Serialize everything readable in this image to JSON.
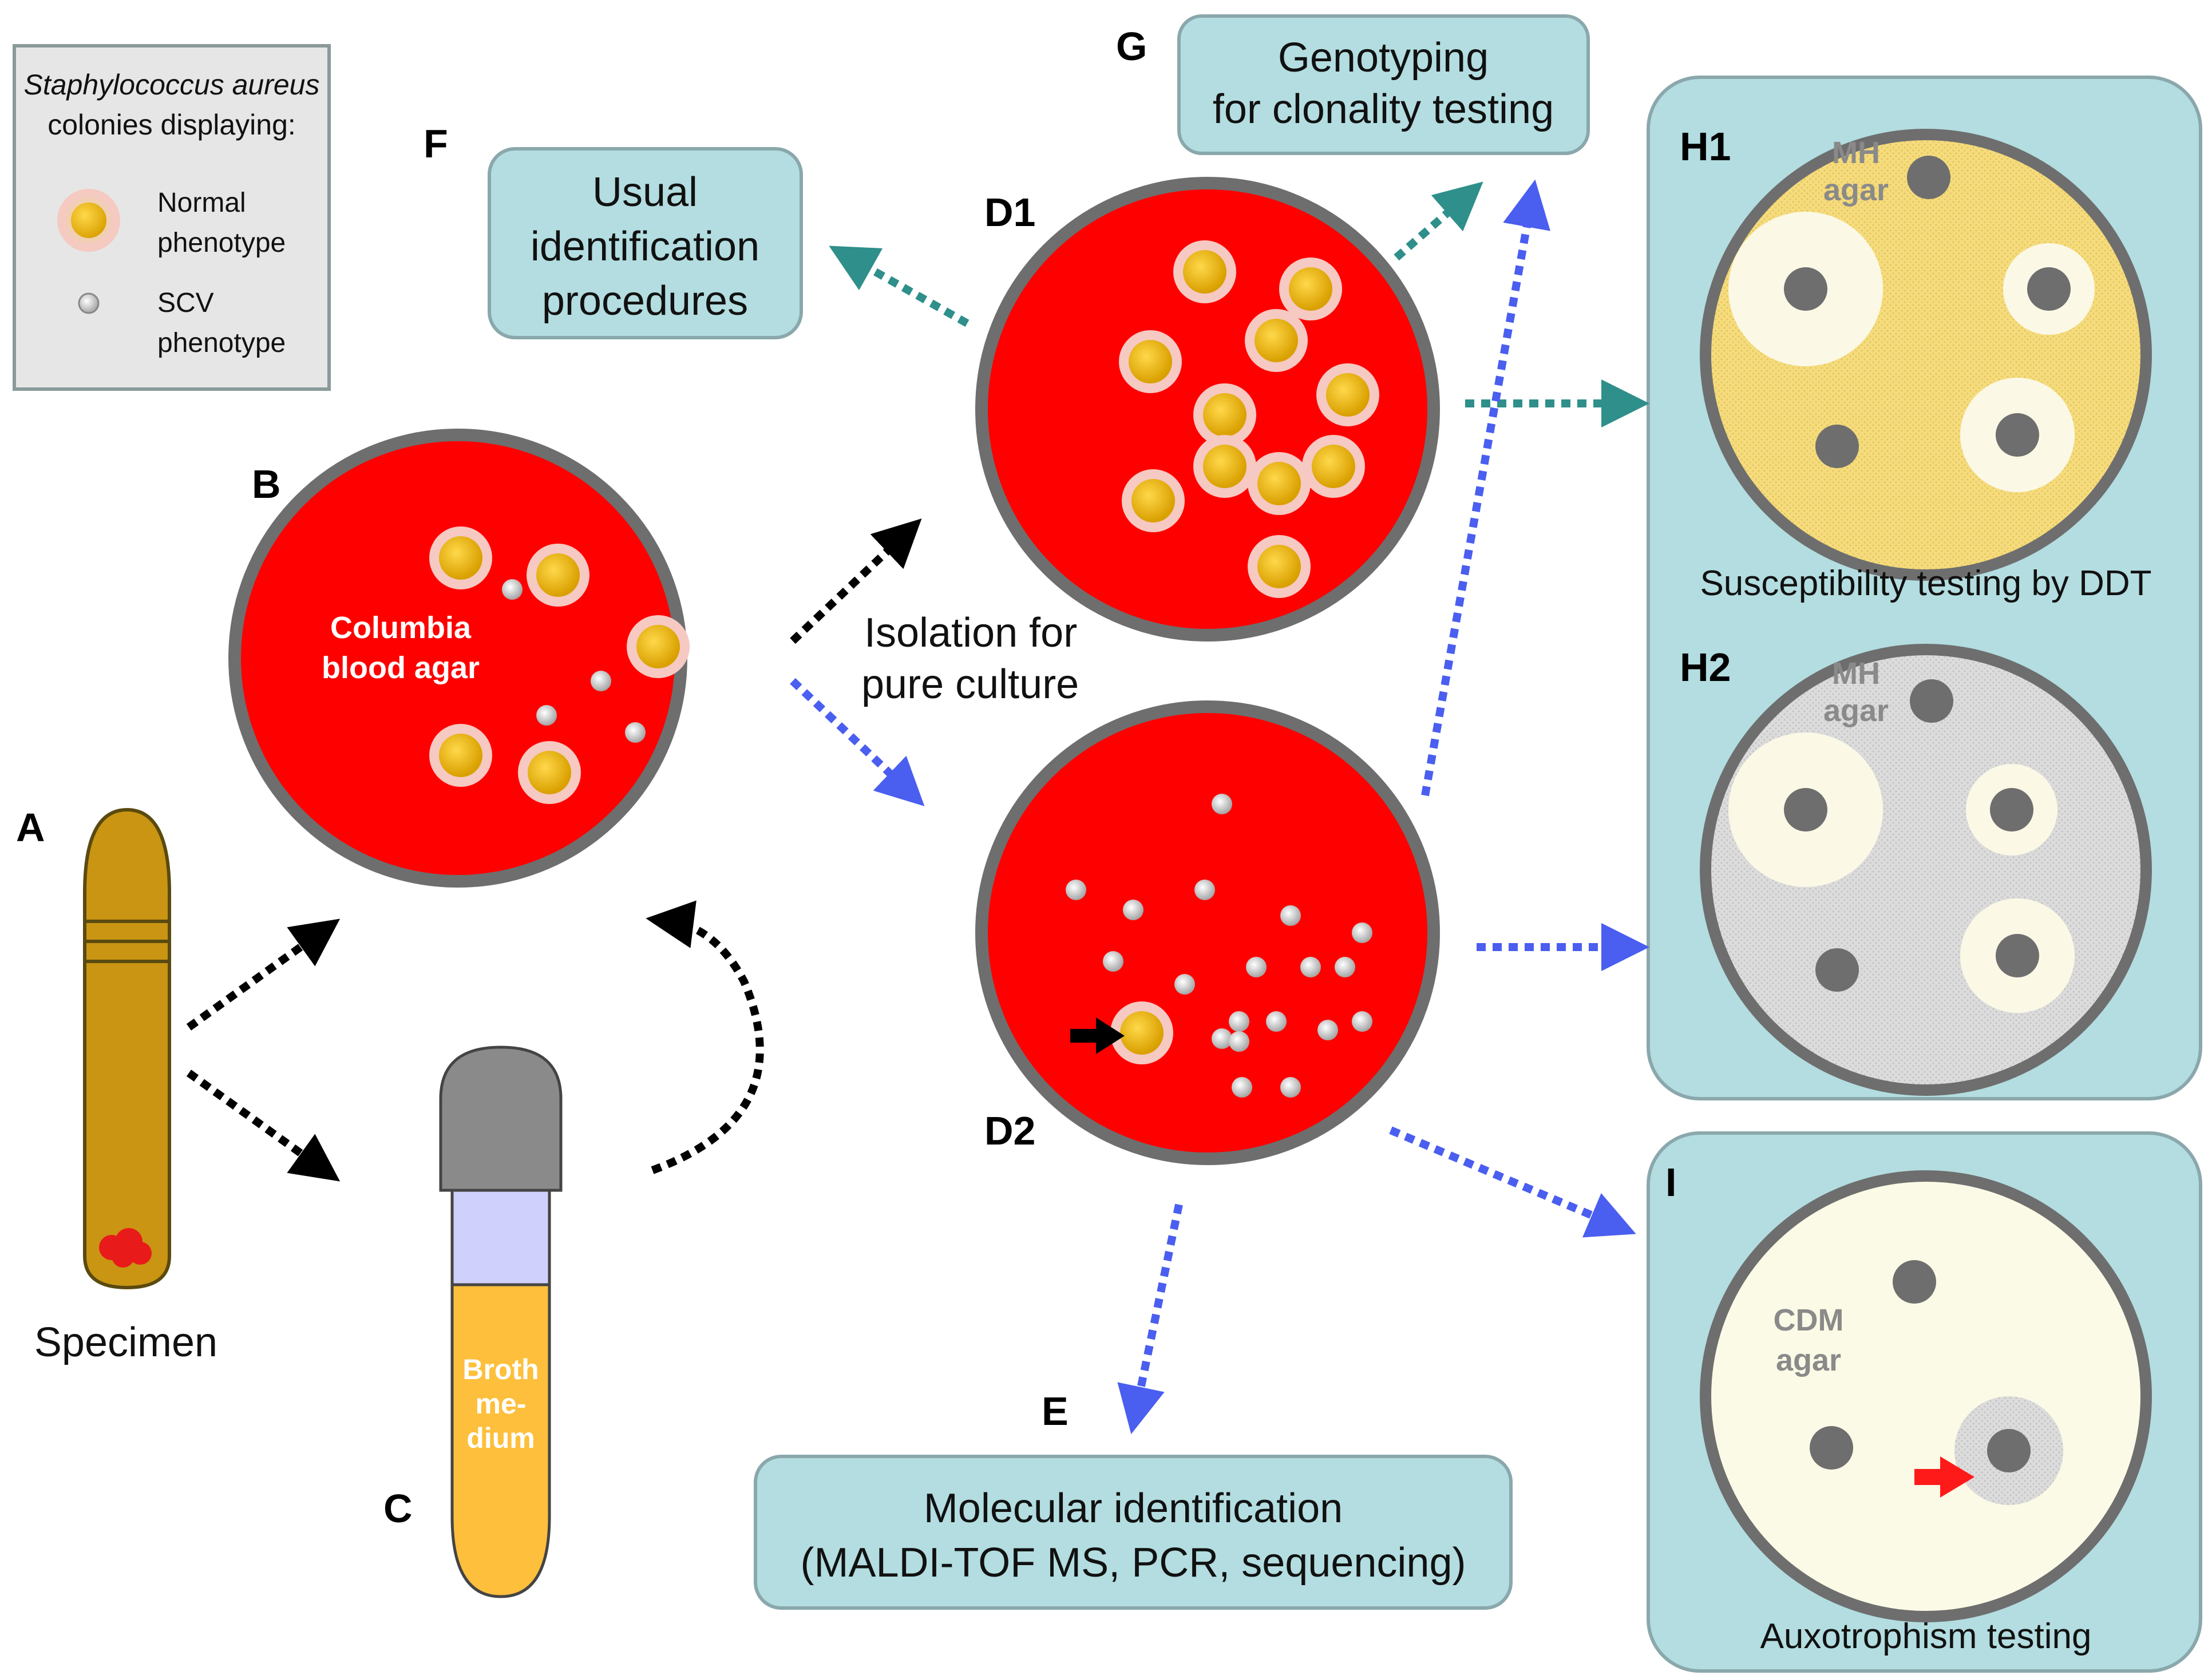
{
  "labels": {
    "a": "A",
    "b": "B",
    "c": "C",
    "d1": "D1",
    "d2": "D2",
    "e": "E",
    "f": "F",
    "g": "G",
    "h1": "H1",
    "h2": "H2",
    "i": "I"
  },
  "legend": {
    "species": "Staphylococcus aureus",
    "subtitle": "colonies displaying:",
    "normal_line1": "Normal",
    "normal_line2": "phenotype",
    "scv_line1": "SCV",
    "scv_line2": "phenotype"
  },
  "specimen": {
    "caption": "Specimen"
  },
  "plate_b": {
    "line1": "Columbia",
    "line2": "blood agar"
  },
  "broth": {
    "line1": "Broth",
    "line2": "me-",
    "line3": "dium"
  },
  "isolation": {
    "line1": "Isolation for",
    "line2": "pure culture"
  },
  "box_f": {
    "line1": "Usual",
    "line2": "identification",
    "line3": "procedures"
  },
  "box_g": {
    "line1": "Genotyping",
    "line2": "for clonality testing"
  },
  "box_e": {
    "line1": "Molecular identification",
    "line2": "(MALDI-TOF MS, PCR, sequencing)"
  },
  "panel_h": {
    "h1_agar_line1": "MH",
    "h1_agar_line2": "agar",
    "h1_caption": "Susceptibility testing by DDT",
    "h2_agar_line1": "MH",
    "h2_agar_line2": "agar"
  },
  "panel_i": {
    "agar_line1": "CDM",
    "agar_line2": "agar",
    "caption": "Auxotrophism testing"
  },
  "colors": {
    "blood_agar": "#ff0000",
    "plate_rim": "#6e6e6e",
    "normal_colony": "#e8b400",
    "normal_halo": "#f6c9c2",
    "scv_colony": "#c8c8c8",
    "panel_bg": "#b3dde0",
    "mh_agar_yellow": "#f5dc7e",
    "mh_agar_gray": "#dcdcdc",
    "cdm_agar": "#fbfae6",
    "black_arrow": "#000000",
    "teal_arrow": "#2f8f8a",
    "blue_arrow": "#4a5ef0",
    "red_arrow": "#ff1a1a"
  }
}
